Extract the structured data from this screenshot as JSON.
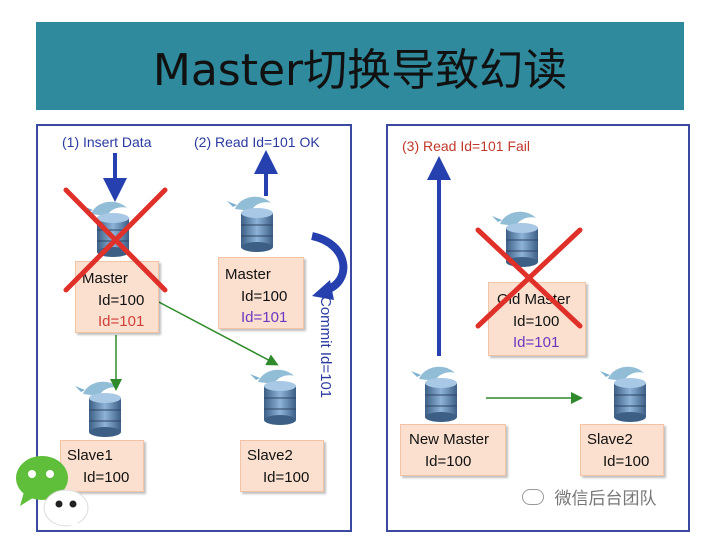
{
  "title": "Master切换导致幻读",
  "left_panel": {
    "insert_label": "(1) Insert Data",
    "read_ok_label": "(2) Read Id=101 OK",
    "commit_label": "Commit Id=101",
    "master_crossed": {
      "name": "Master",
      "id1": "Id=100",
      "id2": "Id=101"
    },
    "master_new": {
      "name": "Master",
      "id1": "Id=100",
      "id2": "Id=101"
    },
    "slave1": {
      "name": "Slave1",
      "id1": "Id=100"
    },
    "slave2": {
      "name": "Slave2",
      "id1": "Id=100"
    }
  },
  "right_panel": {
    "read_fail_label": "(3) Read Id=101  Fail",
    "old_master": {
      "name": "Old Master",
      "id1": "Id=100",
      "id2": "Id=101"
    },
    "new_master": {
      "name": "New Master",
      "id1": "Id=100"
    },
    "slave2": {
      "name": "Slave2",
      "id1": "Id=100"
    }
  },
  "watermark": "微信后台团队",
  "colors": {
    "title_bg": "#2e8a9c",
    "panel_border": "#3b4aa0",
    "box_fill": "#fbe0cf",
    "cross": "#e0302a",
    "arrow_blue": "#2740b0",
    "arrow_green": "#2e8a2a"
  }
}
